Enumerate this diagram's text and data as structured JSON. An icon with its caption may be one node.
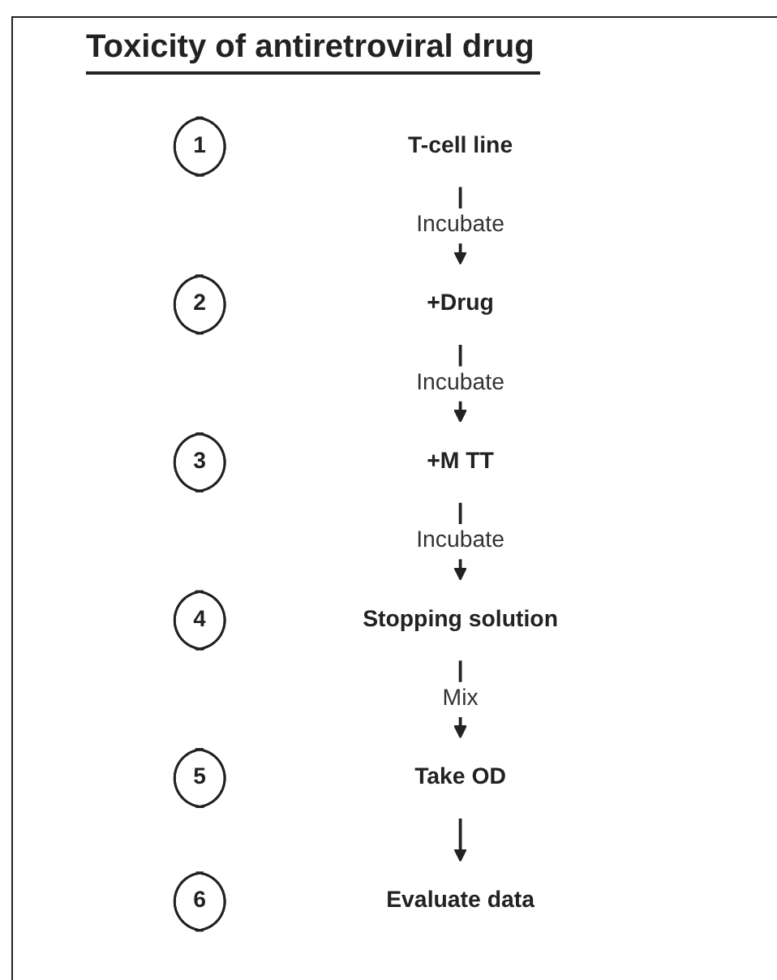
{
  "diagram": {
    "title": "Toxicity of antiretroviral drug",
    "nodes": [
      {
        "text": [
          "1"
        ]
      },
      {
        "text": [
          "T-cell line"
        ]
      },
      {
        "text": [
          "2"
        ]
      },
      {
        "text": [
          "+Drug"
        ]
      },
      {
        "text": [
          "3"
        ]
      },
      {
        "text": [
          "+M TT"
        ]
      },
      {
        "text": [
          "4"
        ]
      },
      {
        "text": [
          "Stopping solution"
        ]
      },
      {
        "text": [
          "5"
        ]
      },
      {
        "text": [
          "Take OD"
        ]
      },
      {
        "text": [
          "6"
        ]
      },
      {
        "text": [
          "Evaluate data"
        ]
      }
    ],
    "edges": [
      {
        "from": 1,
        "to": 3,
        "arrow": "to",
        "label": "Incubate"
      },
      {
        "from": 3,
        "to": 5,
        "arrow": "to",
        "label": "Incubate"
      },
      {
        "from": 5,
        "to": 7,
        "arrow": "to",
        "label": "Incubate"
      },
      {
        "from": 7,
        "to": 9,
        "arrow": "to",
        "label": "Mix"
      },
      {
        "from": 9,
        "to": 11,
        "arrow": "to"
      }
    ]
  }
}
